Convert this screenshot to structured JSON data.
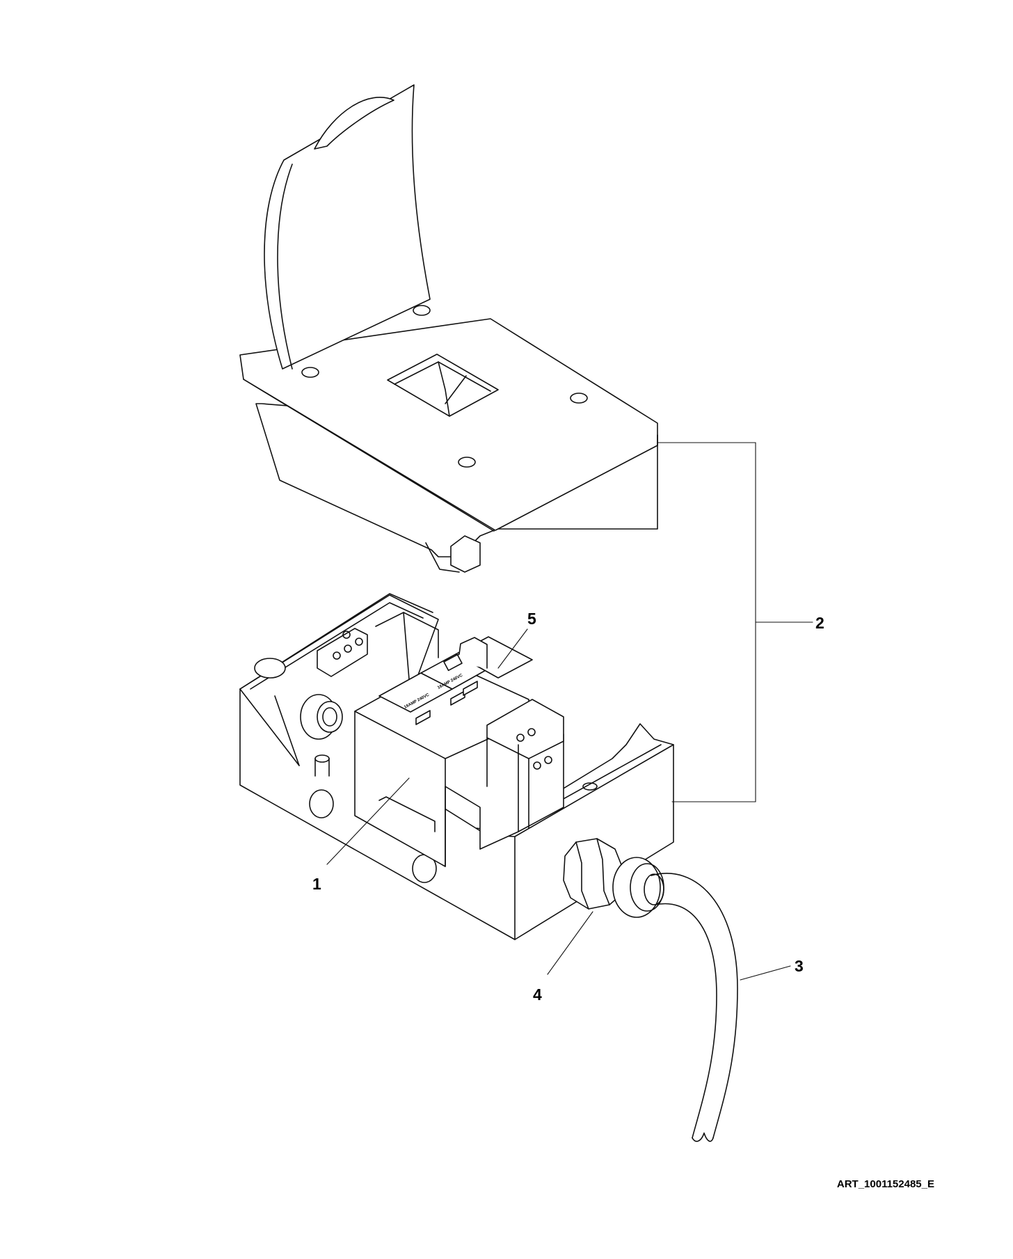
{
  "callouts": [
    {
      "id": "1",
      "label": "1"
    },
    {
      "id": "2",
      "label": "2"
    },
    {
      "id": "3",
      "label": "3"
    },
    {
      "id": "4",
      "label": "4"
    },
    {
      "id": "5",
      "label": "5"
    }
  ],
  "breaker_labels": {
    "left": "16AMP 240VC",
    "right": "16AMP 240VC"
  },
  "art_id": "ART_1001152485_E"
}
